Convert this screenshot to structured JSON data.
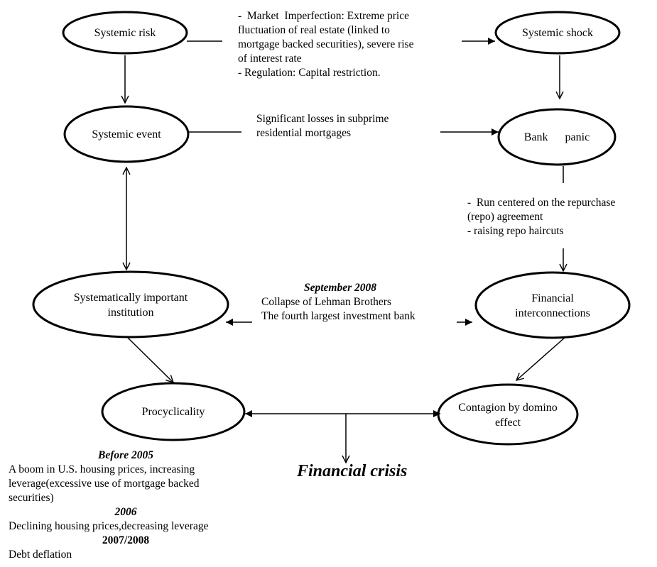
{
  "nodes": {
    "systemic_risk": "Systemic  risk",
    "systemic_shock": "Systemic shock",
    "systemic_event": "Systemic event",
    "bank_panic": "Bank      panic",
    "sys_important_1": "Systematically important",
    "sys_important_2": "institution",
    "financial_interconnections_1": "Financial",
    "financial_interconnections_2": "interconnections",
    "procyclicality": "Procyclicality",
    "contagion_1": "Contagion by domino",
    "contagion_2": "effect"
  },
  "annotations": {
    "market": [
      "-  Market  Imperfection: Extreme price",
      "fluctuation of real estate (linked to",
      "mortgage backed securities), severe rise",
      "of interest rate",
      "- Regulation: Capital restriction."
    ],
    "losses": [
      "Significant losses in subprime",
      "residential mortgages"
    ],
    "repo": [
      "-  Run centered on the repurchase",
      "(repo) agreement",
      "- raising repo haircuts"
    ],
    "lehman": {
      "date": "September 2008",
      "line1": "Collapse of Lehman Brothers",
      "line2": "The fourth largest investment bank"
    },
    "timeline": {
      "before_2005": "Before 2005",
      "boom": [
        "A boom in U.S. housing prices, increasing",
        "leverage(excessive use of mortgage backed",
        "securities)"
      ],
      "y2006": "2006",
      "declining": "Declining housing prices,decreasing leverage",
      "y2007_2008": "2007/2008",
      "debt": "Debt deflation"
    }
  },
  "title": "Financial crisis"
}
